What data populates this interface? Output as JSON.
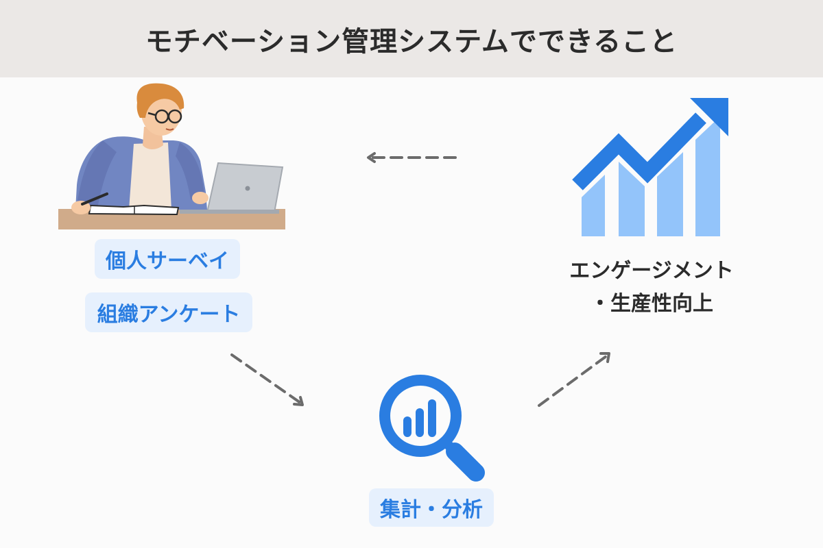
{
  "title": "モチベーション管理システムでできること",
  "tags": {
    "survey": "個人サーベイ",
    "org": "組織アンケート",
    "aggregate": "集計・分析"
  },
  "result": {
    "line1": "エンゲージメント",
    "line2": "・生産性向上"
  },
  "icons": {
    "person": "person-with-laptop-illustration",
    "growth": "growth-chart-icon",
    "analysis": "magnifier-chart-icon",
    "arrows": "dashed-arrow-icon"
  },
  "colors": {
    "header_bg": "#ebe8e6",
    "accent": "#2a7de1",
    "tag_bg": "#e6f0fd",
    "bar_light": "#93c4fa",
    "arrow": "#6b6b6b"
  }
}
